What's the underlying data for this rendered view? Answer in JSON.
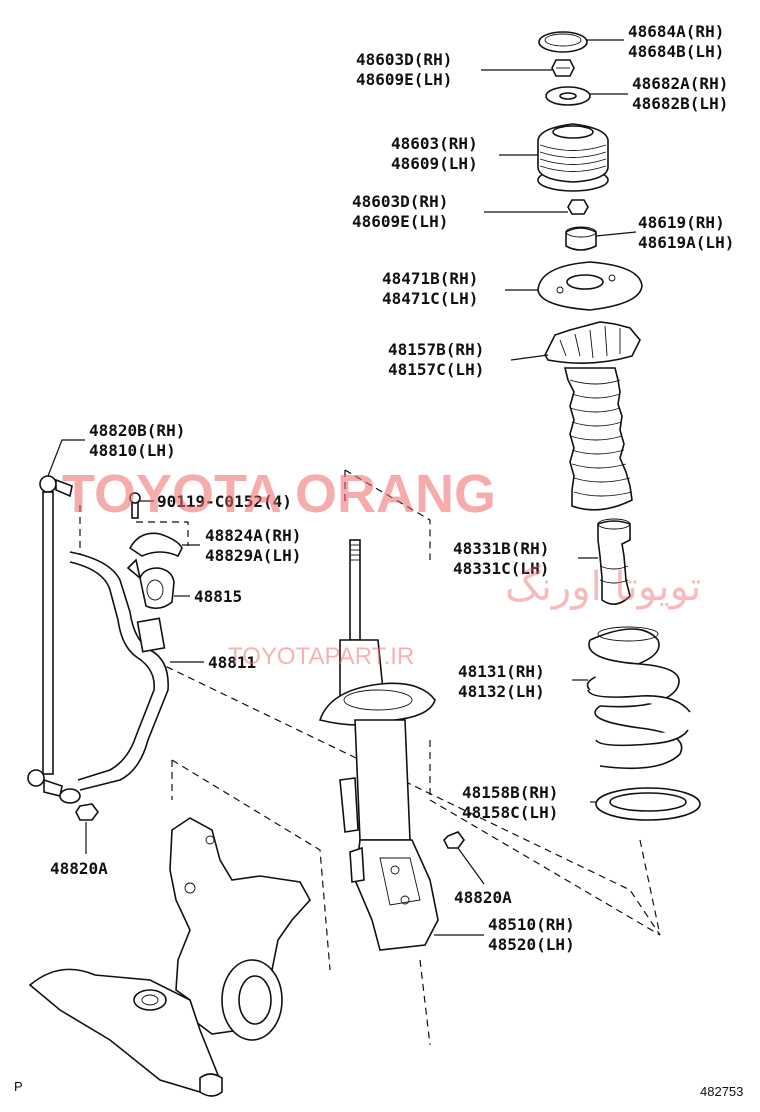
{
  "callouts": [
    {
      "id": "c1",
      "line1": "48684A(RH)",
      "line2": "48684B(LH)"
    },
    {
      "id": "c2",
      "line1": "48603D(RH)",
      "line2": "48609E(LH)"
    },
    {
      "id": "c3",
      "line1": "48682A(RH)",
      "line2": "48682B(LH)"
    },
    {
      "id": "c4",
      "line1": "48603(RH)",
      "line2": "48609(LH)"
    },
    {
      "id": "c5",
      "line1": "48603D(RH)",
      "line2": "48609E(LH)"
    },
    {
      "id": "c6",
      "line1": "48619(RH)",
      "line2": "48619A(LH)"
    },
    {
      "id": "c7",
      "line1": "48471B(RH)",
      "line2": "48471C(LH)"
    },
    {
      "id": "c8",
      "line1": "48157B(RH)",
      "line2": "48157C(LH)"
    },
    {
      "id": "c9",
      "line1": "48820B(RH)",
      "line2": "48810(LH)"
    },
    {
      "id": "c10",
      "line1": "90119-C0152(4)",
      "line2": ""
    },
    {
      "id": "c11",
      "line1": "48824A(RH)",
      "line2": "48829A(LH)"
    },
    {
      "id": "c12",
      "line1": "48815",
      "line2": ""
    },
    {
      "id": "c13",
      "line1": "48331B(RH)",
      "line2": "48331C(LH)"
    },
    {
      "id": "c14",
      "line1": "48811",
      "line2": ""
    },
    {
      "id": "c15",
      "line1": "48131(RH)",
      "line2": "48132(LH)"
    },
    {
      "id": "c16",
      "line1": "48158B(RH)",
      "line2": "48158C(LH)"
    },
    {
      "id": "c17",
      "line1": "48820A",
      "line2": ""
    },
    {
      "id": "c18",
      "line1": "48820A",
      "line2": ""
    },
    {
      "id": "c19",
      "line1": "48510(RH)",
      "line2": "48520(LH)"
    }
  ],
  "footer": {
    "left_mark": "P",
    "diagram_number": "482753"
  },
  "watermark": {
    "brand": "TOYOTA ORANG",
    "persian": "تویوتا اورنگ",
    "site": "TOYOTAPART.IR"
  }
}
